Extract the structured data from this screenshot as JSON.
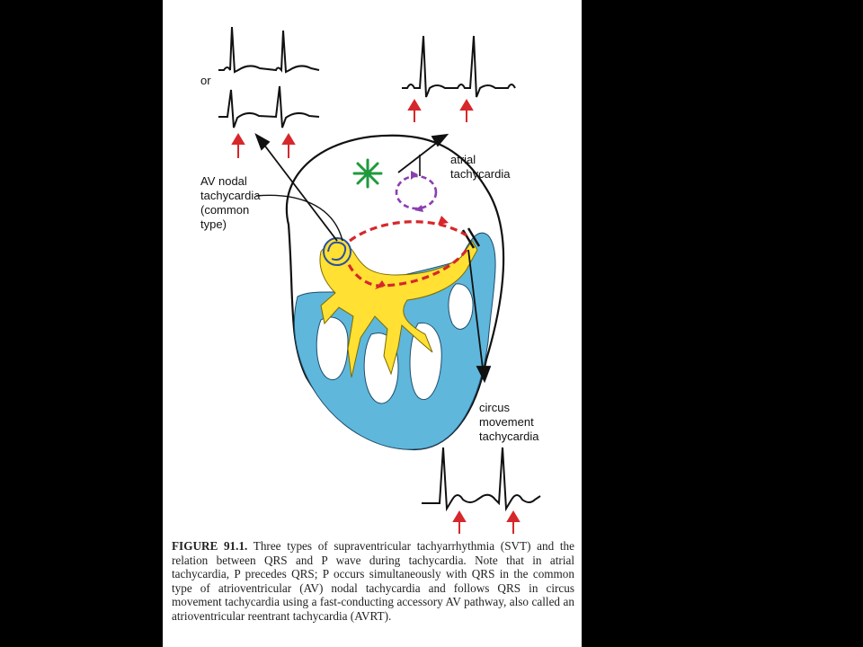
{
  "labels": {
    "or": "or",
    "av_nodal": "AV nodal\ntachycardia\n(common\ntype)",
    "atrial": "atrial\ntachycardia",
    "circus": "circus\nmovement\ntachycardia"
  },
  "caption": {
    "figure_label": "FIGURE 91.1.",
    "text": "Three types of supraventricular tachyarrhythmia (SVT) and the relation between QRS and P wave during tachycardia. Note that in atrial tachycardia, P precedes QRS; P occurs simultaneously with QRS in the common type of atrioventricular (AV) nodal tachycardia and follows QRS in circus movement tachycardia using a fast-conducting accessory AV pathway, also called an atrioventricular reentrant tachycardia (AVRT)."
  },
  "colors": {
    "background": "#000000",
    "page": "#ffffff",
    "ventricle": "#5fb7dc",
    "conduction": "#ffe033",
    "reentry": "#d6272b",
    "node_ring": "#2a4fa3",
    "focus": "#1e9a3c",
    "atrial_circuit": "#8a3fb0",
    "arrow": "#d6272b"
  }
}
